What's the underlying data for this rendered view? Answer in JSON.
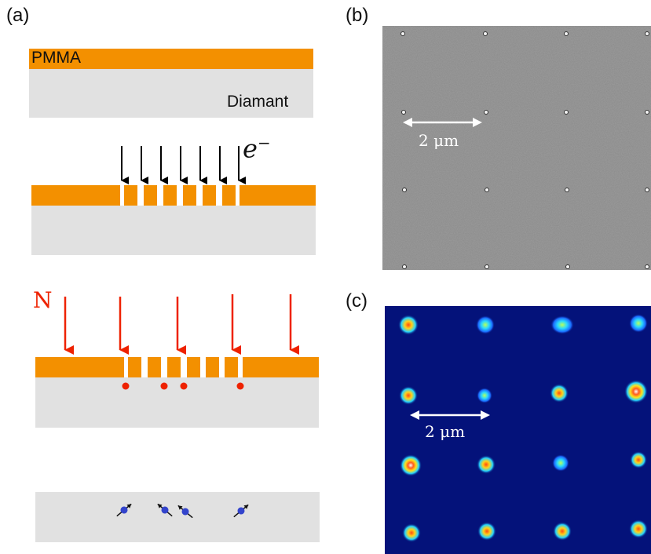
{
  "labels": {
    "a": "(a)",
    "b": "(b)",
    "c": "(c)"
  },
  "schematic": {
    "resist_label": "PMMA",
    "substrate_label": "Diamant",
    "electron_symbol": "e",
    "electron_superscript": "−",
    "nitrogen_label": "N"
  },
  "micrograph_b": {
    "scale_text": "2 μm"
  },
  "fluorescence_c": {
    "scale_text": "2 μm"
  },
  "colors": {
    "pmma": "#f39000",
    "diamond": "#e1e1e1",
    "nitrogen": "#ee2200",
    "electron_arrow": "#000000",
    "sem_background": "#8a8a8a",
    "fluo_background": "#04127a",
    "spin": "#3344cc"
  }
}
